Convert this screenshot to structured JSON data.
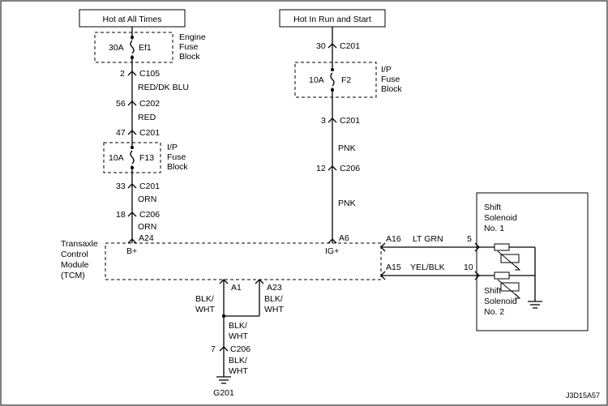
{
  "sources": {
    "left": "Hot at All Times",
    "right": "Hot In Run and Start"
  },
  "fuses": {
    "ef1": {
      "rating": "30A",
      "name": "Ef1",
      "block_lines": [
        "Engine",
        "Fuse",
        "Block"
      ]
    },
    "f2": {
      "rating": "10A",
      "name": "F2",
      "block_lines": [
        "I/P",
        "Fuse",
        "Block"
      ]
    },
    "f13": {
      "rating": "10A",
      "name": "F13",
      "block_lines": [
        "I/P",
        "Fuse",
        "Block"
      ]
    }
  },
  "connectors": {
    "c105_left": {
      "pin": "2",
      "name": "C105"
    },
    "c202_left": {
      "pin": "56",
      "name": "C202"
    },
    "c201_left_a": {
      "pin": "47",
      "name": "C201"
    },
    "c201_left_b": {
      "pin": "33",
      "name": "C201"
    },
    "c206_left": {
      "pin": "18",
      "name": "C206"
    },
    "c201_right_a": {
      "pin": "30",
      "name": "C201"
    },
    "c201_right_b": {
      "pin": "3",
      "name": "C201"
    },
    "c206_right": {
      "pin": "12",
      "name": "C206"
    },
    "c206_ground": {
      "pin": "7",
      "name": "C206"
    }
  },
  "wires": {
    "red_dk_blu": "RED/DK BLU",
    "red": "RED",
    "orn_a": "ORN",
    "orn_b": "ORN",
    "pnk_a": "PNK",
    "pnk_b": "PNK",
    "lt_grn": "LT GRN",
    "yel_blk": "YEL/BLK",
    "blk_wht_a1": [
      "BLK/",
      "WHT"
    ],
    "blk_wht_a23": [
      "BLK/",
      "WHT"
    ],
    "blk_wht_mid": [
      "BLK/",
      "WHT"
    ],
    "blk_wht_bottom": [
      "BLK/",
      "WHT"
    ]
  },
  "tcm": {
    "label_lines": [
      "Transaxle",
      "Control",
      "Module",
      "(TCM)"
    ],
    "pins": {
      "a24": "A24",
      "a6": "A6",
      "a16": "A16",
      "a15": "A15",
      "a1": "A1",
      "a23": "A23"
    },
    "terminals": {
      "b_plus": "B+",
      "ig_plus": "IG+"
    }
  },
  "solenoids": {
    "s1_lines": [
      "Shift",
      "Solenoid",
      "No. 1"
    ],
    "s2_lines": [
      "Shift",
      "Solenoid",
      "No. 2"
    ],
    "pin_5": "5",
    "pin_10": "10"
  },
  "ground": "G201",
  "figure_code": "J3D15A57"
}
